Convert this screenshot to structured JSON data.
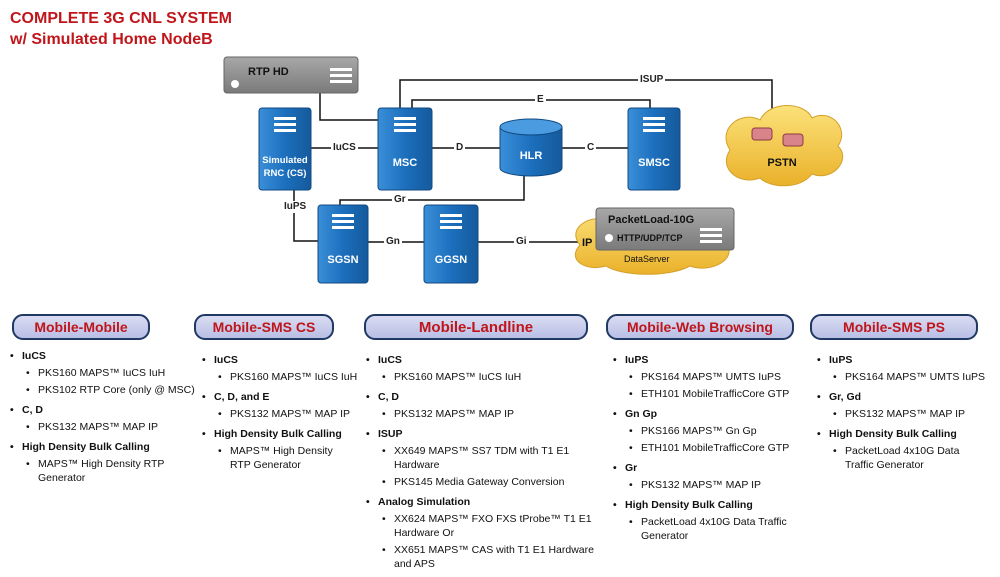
{
  "title": {
    "line1": "COMPLETE 3G CNL SYSTEM",
    "line2": "w/ Simulated Home NodeB"
  },
  "nodes": {
    "rtp": "RTP HD",
    "rnc1": "Simulated",
    "rnc2": "RNC (CS)",
    "msc": "MSC",
    "hlr": "HLR",
    "smsc": "SMSC",
    "pstn": "PSTN",
    "sgsn": "SGSN",
    "ggsn": "GGSN",
    "pl_title": "PacketLoad-10G",
    "pl_proto": "HTTP/UDP/TCP",
    "pl_ds": "DataServer",
    "ip": "IP"
  },
  "links": {
    "isup": "ISUP",
    "e": "E",
    "iucs": "IuCS",
    "d": "D",
    "c": "C",
    "gr": "Gr",
    "iups": "IuPS",
    "gn": "Gn",
    "gi": "Gi"
  },
  "colors": {
    "accent_red": "#c0161b",
    "node_blue": "#1c6fbd",
    "server_gray": "#8c8c8c",
    "cloud": "#f4c542"
  },
  "columns": [
    {
      "title": "Mobile-Mobile",
      "groups": [
        {
          "h": "IuCS",
          "items": [
            "PKS160 MAPS™ IuCS IuH",
            "PKS102 RTP Core (only @ MSC)"
          ]
        },
        {
          "h": "C, D",
          "items": [
            "PKS132 MAPS™ MAP IP"
          ]
        },
        {
          "h": "High Density Bulk Calling",
          "items": [
            "MAPS™ High Density RTP Generator"
          ]
        }
      ]
    },
    {
      "title": "Mobile-SMS CS",
      "groups": [
        {
          "h": "IuCS",
          "items": [
            "PKS160 MAPS™ IuCS IuH"
          ]
        },
        {
          "h": "C, D, and E",
          "items": [
            "PKS132 MAPS™ MAP IP"
          ]
        },
        {
          "h": "High Density Bulk Calling",
          "items": [
            "MAPS™ High Density RTP Generator"
          ]
        }
      ]
    },
    {
      "title": "Mobile-Landline",
      "groups": [
        {
          "h": "IuCS",
          "items": [
            "PKS160 MAPS™ IuCS IuH"
          ]
        },
        {
          "h": "C, D",
          "items": [
            "PKS132 MAPS™ MAP IP"
          ]
        },
        {
          "h": "ISUP",
          "items": [
            "XX649 MAPS™ SS7  TDM with T1 E1 Hardware",
            "PKS145 Media Gateway Conversion"
          ]
        },
        {
          "h": "Analog Simulation",
          "items": [
            "XX624 MAPS™  FXO FXS tProbe™  T1 E1 Hardware Or",
            "XX651 MAPS™ CAS with T1 E1 Hardware and APS"
          ]
        }
      ]
    },
    {
      "title": "Mobile-Web Browsing",
      "groups": [
        {
          "h": "IuPS",
          "items": [
            "PKS164 MAPS™ UMTS IuPS",
            "ETH101 MobileTrafficCore GTP"
          ]
        },
        {
          "h": "Gn Gp",
          "items": [
            "PKS166 MAPS™ Gn Gp",
            "ETH101 MobileTrafficCore GTP"
          ]
        },
        {
          "h": "Gr",
          "items": [
            "PKS132 MAPS™ MAP IP"
          ]
        },
        {
          "h": "High Density Bulk Calling",
          "items": [
            "PacketLoad 4x10G Data Traffic Generator"
          ]
        }
      ]
    },
    {
      "title": "Mobile-SMS PS",
      "groups": [
        {
          "h": "IuPS",
          "items": [
            "PKS164 MAPS™ UMTS IuPS"
          ]
        },
        {
          "h": "Gr, Gd",
          "items": [
            "PKS132 MAPS™ MAP IP"
          ]
        },
        {
          "h": "High Density Bulk Calling",
          "items": [
            "PacketLoad 4x10G Data Traffic Generator"
          ]
        }
      ]
    }
  ]
}
